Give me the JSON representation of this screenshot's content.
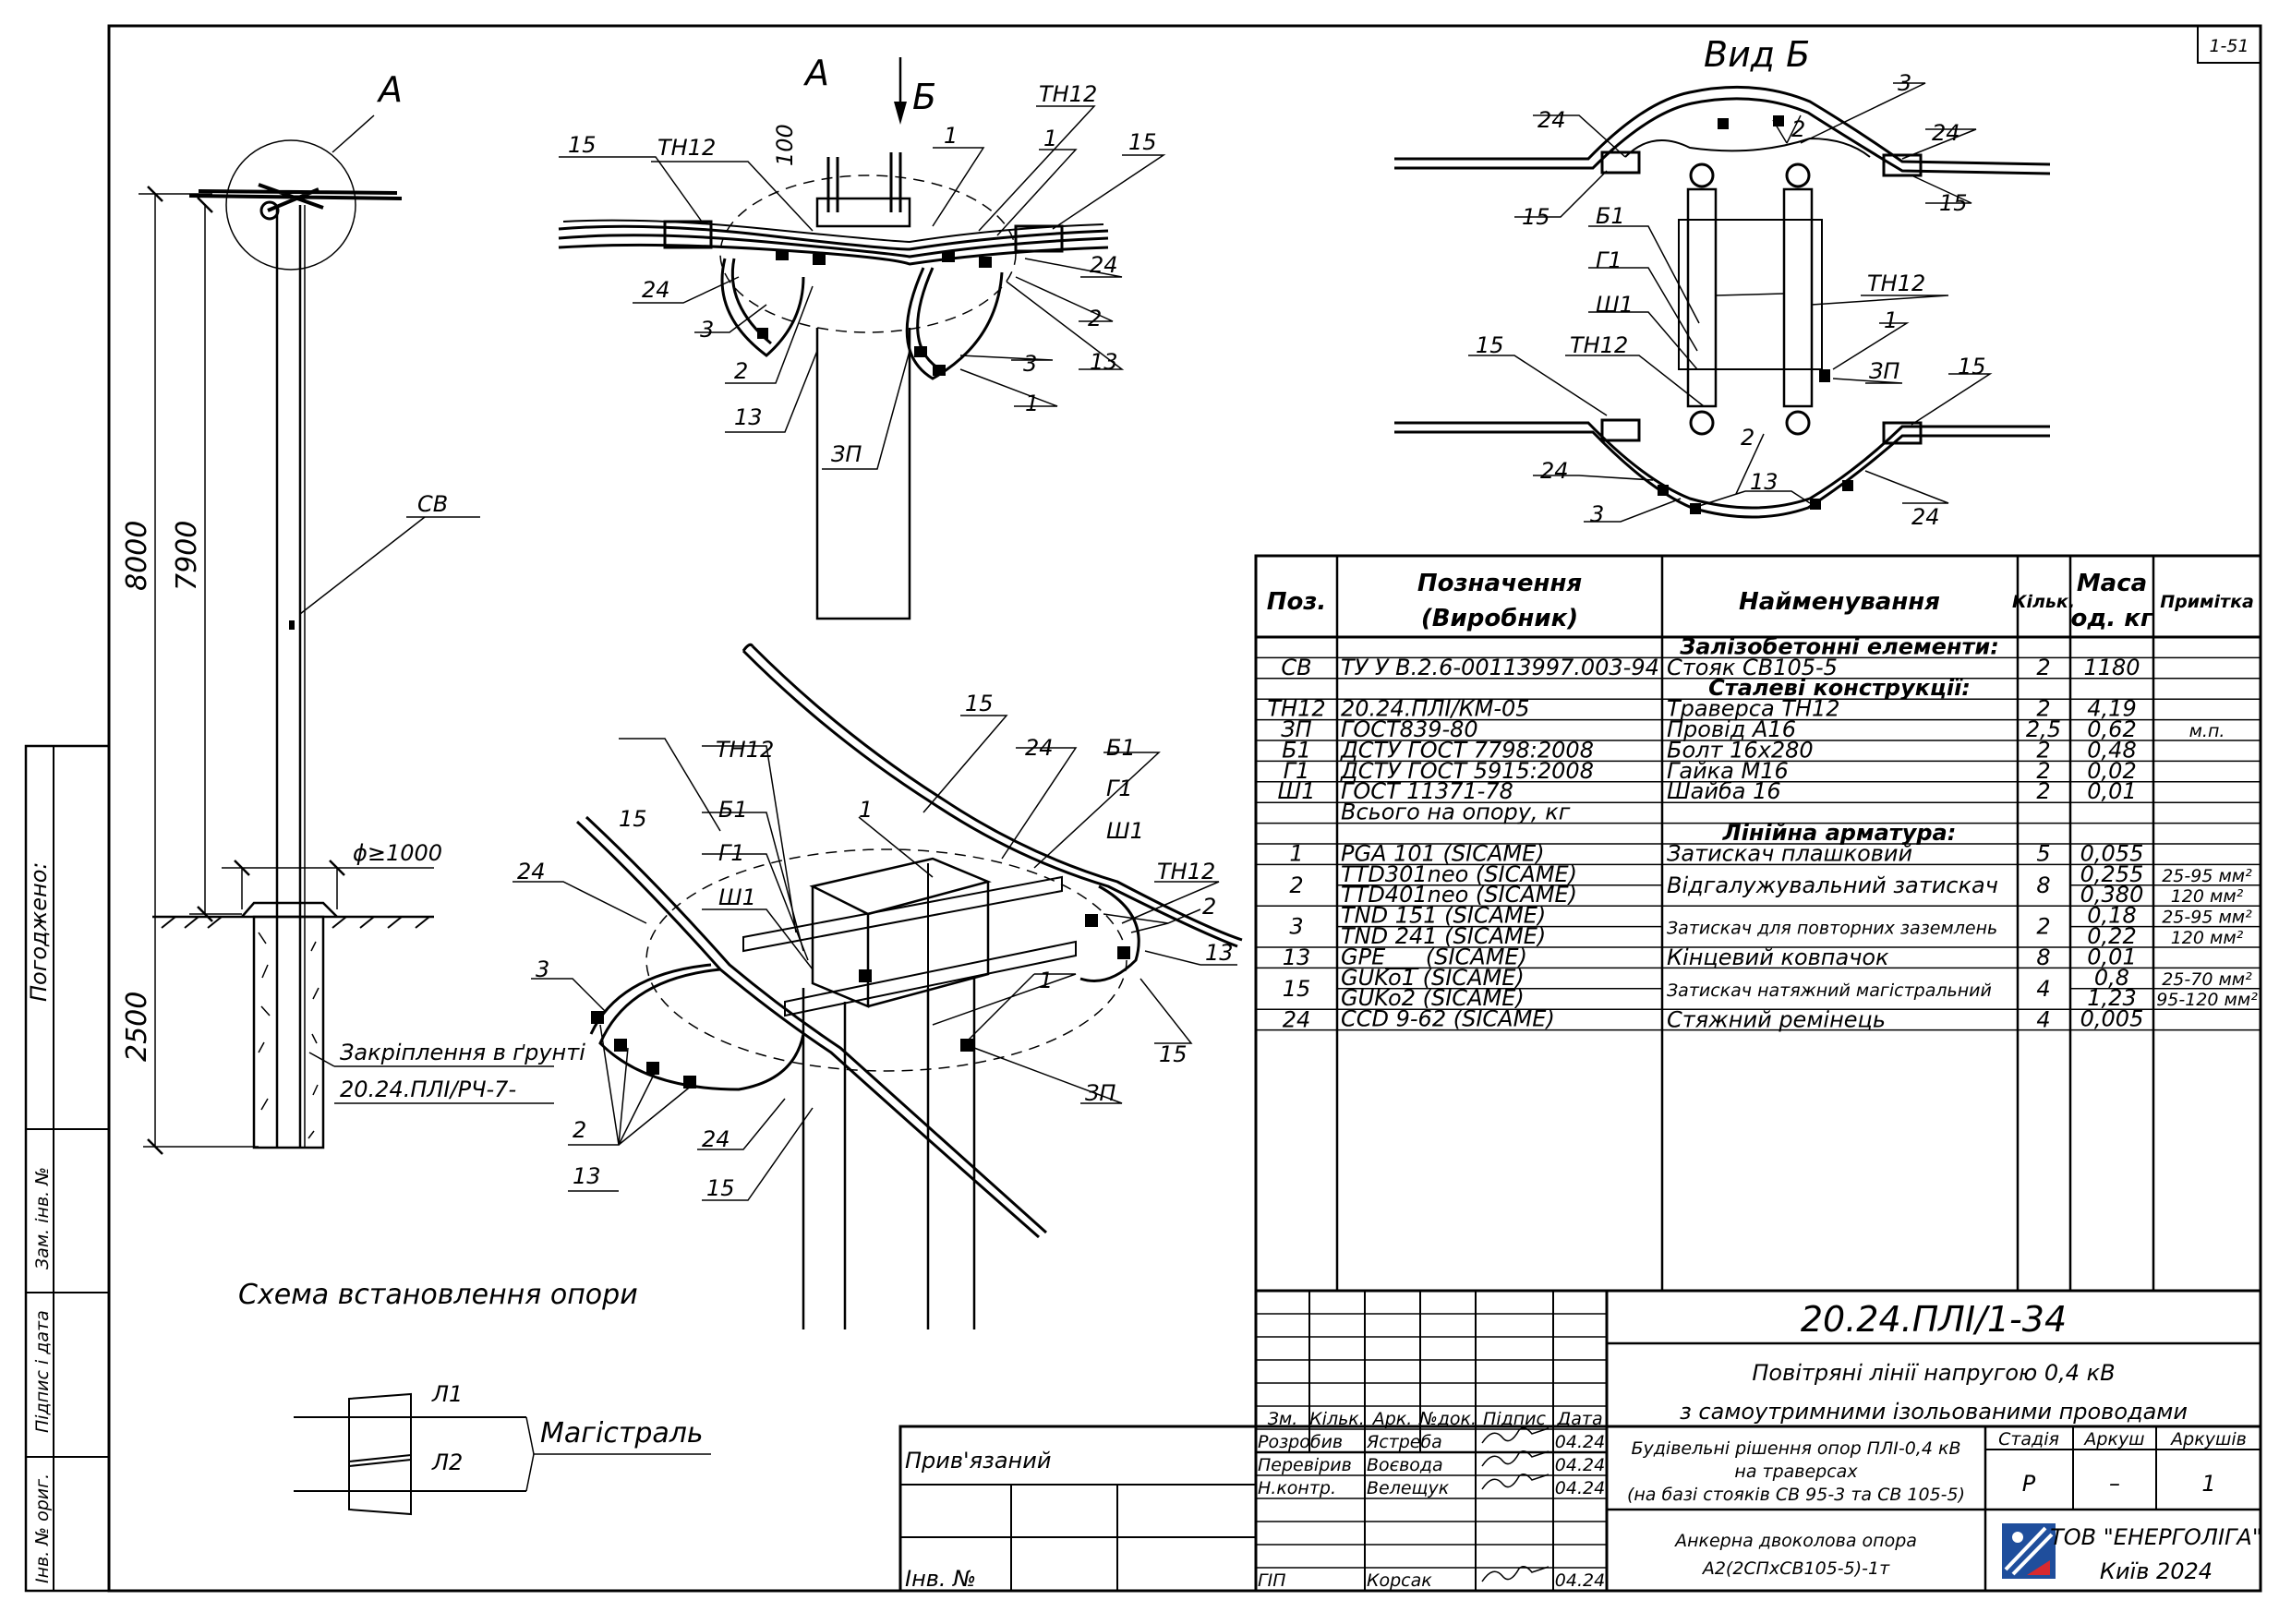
{
  "sheet_number": "1-51",
  "views": {
    "pole_view_label": "A",
    "view_a_label": "A",
    "view_b_arrow_label": "Б",
    "view_b_title": "Вид Б",
    "installation_caption": "Схема встановлення опори",
    "main_line_caption": "Магістраль",
    "phase_l1": "Л1",
    "phase_l2": "Л2"
  },
  "dimensions": {
    "total_height": "8000",
    "above_ground": "7900",
    "in_ground": "2500",
    "foundation_diameter": "ϕ≥1000",
    "dim_100": "100"
  },
  "callouts": {
    "pole": "СВ",
    "foundation_note": "Закріплення в ґрунті",
    "foundation_doc": "20.24.ПЛІ/РЧ-7-",
    "p1": "1",
    "p2": "2",
    "p3": "3",
    "p13": "13",
    "p15": "15",
    "p24": "24",
    "th12": "ТН12",
    "zp": "ЗП",
    "b1": "Б1",
    "g1": "Г1",
    "sh1": "Ш1"
  },
  "side_stamp": {
    "agreed": "Погоджено:",
    "inv_replace": "Зам. інв. №",
    "sign_date": "Підпис і дата",
    "inv_orig": "Інв. № ориг."
  },
  "bom": {
    "headers": {
      "pos": "Поз.",
      "designation_1": "Позначення",
      "designation_2": "(Виробник)",
      "name": "Найменування",
      "qty": "Кільк.",
      "mass_1": "Маса",
      "mass_2": "од. кг",
      "note": "Примітка"
    },
    "rows": [
      {
        "type": "section",
        "name": "Залізобетонні елементи:"
      },
      {
        "pos": "СВ",
        "des": "ТУ У В.2.6-00113997.003-94",
        "name": "Стояк СВ105-5",
        "qty": "2",
        "mass": "1180",
        "note": ""
      },
      {
        "type": "section",
        "name": "Сталеві конструкції:"
      },
      {
        "pos": "ТН12",
        "des": "20.24.ПЛІ/КМ-05",
        "name": "Траверса ТН12",
        "qty": "2",
        "mass": "4,19",
        "note": ""
      },
      {
        "pos": "ЗП",
        "des": "ГОСТ839-80",
        "name": "Провід А16",
        "qty": "2,5",
        "mass": "0,62",
        "note": "м.п."
      },
      {
        "pos": "Б1",
        "des": "ДСТУ ГОСТ 7798:2008",
        "name": "Болт 16х280",
        "qty": "2",
        "mass": "0,48",
        "note": ""
      },
      {
        "pos": "Г1",
        "des": "ДСТУ ГОСТ 5915:2008",
        "name": "Гайка М16",
        "qty": "2",
        "mass": "0,02",
        "note": ""
      },
      {
        "pos": "Ш1",
        "des": "ГОСТ 11371-78",
        "name": "Шайба 16",
        "qty": "2",
        "mass": "0,01",
        "note": ""
      },
      {
        "pos": "",
        "des": "Всього на опору, кг",
        "name": "",
        "qty": "",
        "mass": "",
        "note": ""
      },
      {
        "type": "section",
        "name": "Лінійна арматура:"
      },
      {
        "pos": "1",
        "des": "PGA 101 (SICAME)",
        "name": "Затискач плашковий",
        "qty": "5",
        "mass": "0,055",
        "note": ""
      }
    ],
    "grouped": [
      {
        "pos": "2",
        "name": "Відгалужувальний затискач",
        "qty": "8",
        "lines": [
          {
            "des": "TTD301neo (SICAME)",
            "mass": "0,255",
            "note": "25-95 мм²"
          },
          {
            "des": "TTD401neo (SICAME)",
            "mass": "0,380",
            "note": "120 мм²"
          }
        ]
      },
      {
        "pos": "3",
        "name": "Затискач для повторних заземлень",
        "qty": "2",
        "lines": [
          {
            "des": "TND 151 (SICAME)",
            "mass": "0,18",
            "note": "25-95 мм²"
          },
          {
            "des": "TND 241 (SICAME)",
            "mass": "0,22",
            "note": "120 мм²"
          }
        ]
      },
      {
        "pos": "13",
        "name": "Кінцевий ковпачок",
        "qty": "8",
        "lines": [
          {
            "des": "GPE___ (SICAME)",
            "mass": "0,01",
            "note": ""
          }
        ]
      },
      {
        "pos": "15",
        "name": "Затискач натяжний магістральний",
        "qty": "4",
        "lines": [
          {
            "des": "GUKo1 (SICAME)",
            "mass": "0,8",
            "note": "25-70 мм²"
          },
          {
            "des": "GUKo2 (SICAME)",
            "mass": "1,23",
            "note": "95-120 мм²"
          }
        ]
      },
      {
        "pos": "24",
        "name": "Стяжний ремінець",
        "qty": "4",
        "lines": [
          {
            "des": "CCD 9-62 (SICAME)",
            "mass": "0,005",
            "note": ""
          }
        ]
      }
    ]
  },
  "title_block": {
    "doc_code": "20.24.ПЛІ/1-34",
    "title_line1": "Повітряні лінії напругою 0,4 кВ",
    "title_line2": "з самоутримними ізольованими проводами",
    "subtitle_line1": "Будівельні рішення опор ПЛІ-0,4 кВ",
    "subtitle_line2": "на траверсах",
    "subtitle_line3": "(на базі стояків СВ 95-3 та СВ 105-5)",
    "drawing_name_line1": "Анкерна двоколова опора",
    "drawing_name_line2": "А2(2СПхСВ105-5)-1т",
    "stage_label": "Стадія",
    "sheet_label": "Аркуш",
    "sheets_label": "Аркушів",
    "stage": "Р",
    "sheet": "–",
    "sheets": "1",
    "company": "ТОВ \"ЕНЕРГОЛІГА\"",
    "city_year": "Київ 2024",
    "col_headers": [
      "Зм.",
      "Кільк.",
      "Арк.",
      "№док.",
      "Підпис",
      "Дата"
    ],
    "people": [
      {
        "role": "Розробив",
        "name": "Ястреба",
        "date": "04.24"
      },
      {
        "role": "Перевірив",
        "name": "Воєвода",
        "date": "04.24"
      },
      {
        "role": "Н.контр.",
        "name": "Велещук",
        "date": "04.24"
      },
      {
        "role": "ГІП",
        "name": "Корсак",
        "date": "04.24"
      }
    ],
    "linked": "Прив'язаний",
    "inv_no": "Інв. №"
  }
}
